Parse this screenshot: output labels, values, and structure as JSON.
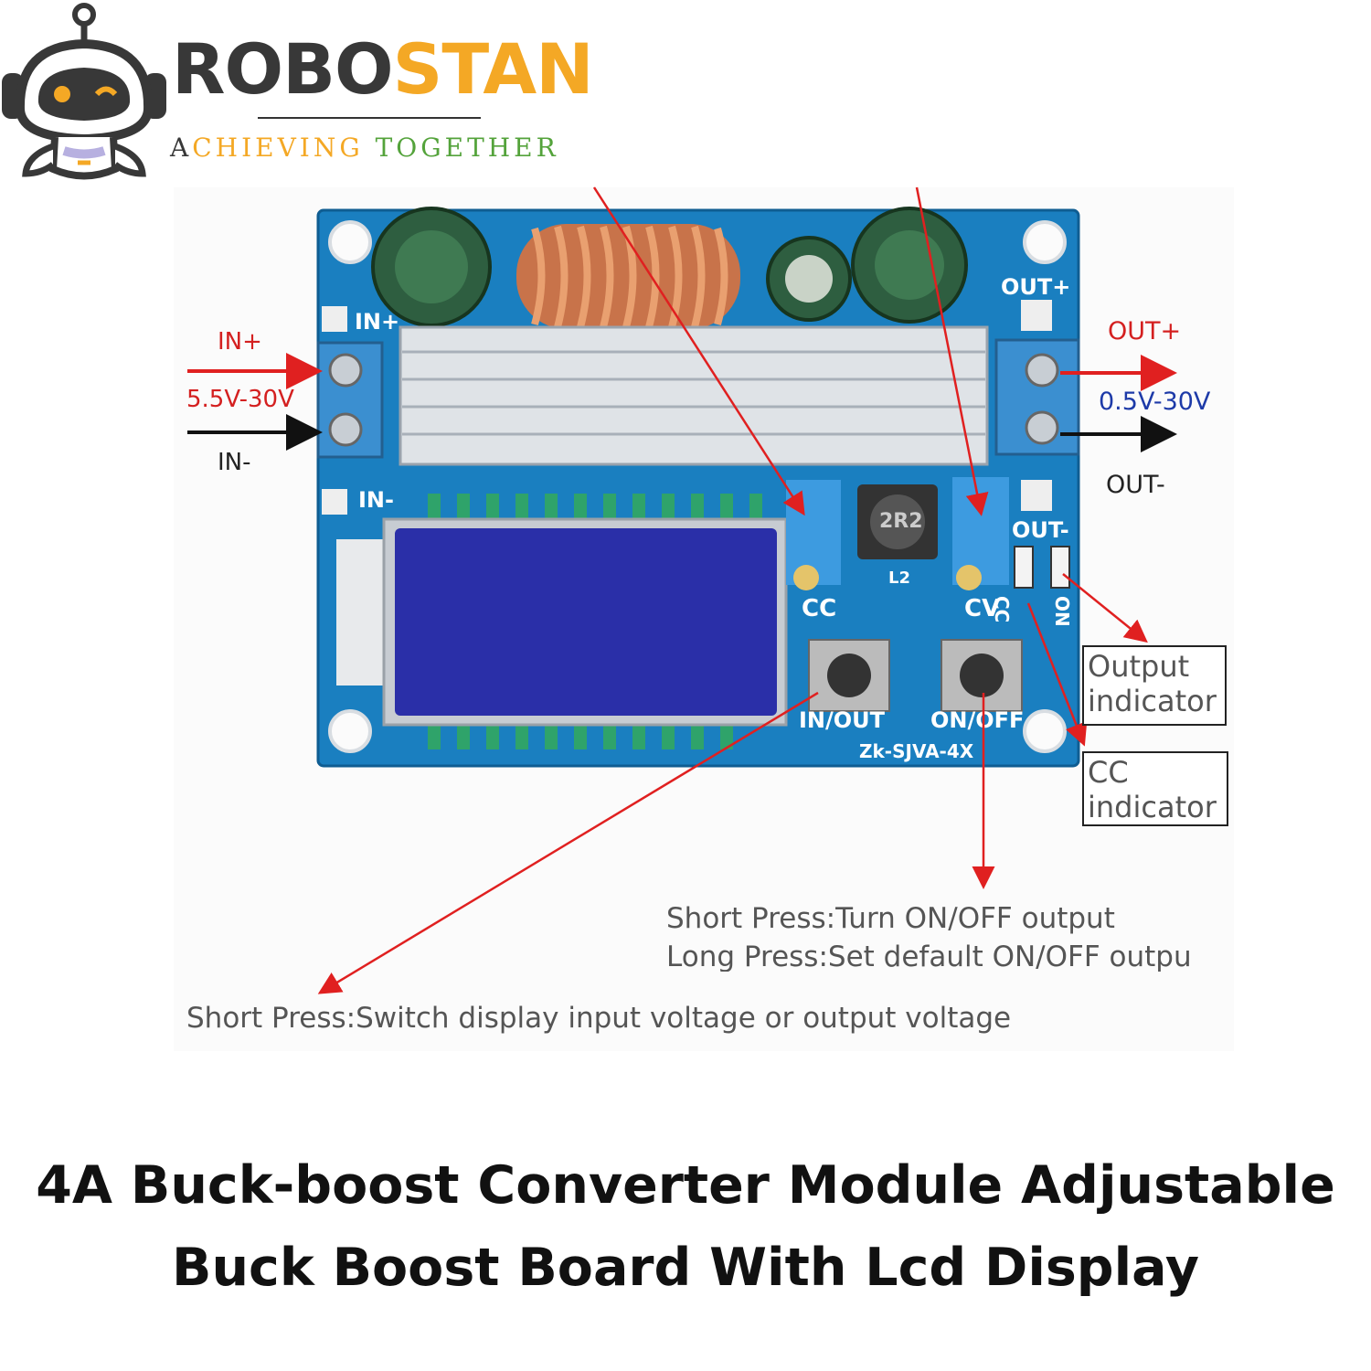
{
  "brand": {
    "name_part1": "ROBO",
    "name_part2": "STAN",
    "tagline_first": "A",
    "tagline_mid": "CHIEVING",
    "tagline_end": " TOGETHER",
    "colors": {
      "dark": "#383838",
      "orange": "#f4a825",
      "green": "#54a33b"
    }
  },
  "board": {
    "silkscreen": {
      "in_plus": "IN+",
      "in_minus": "IN-",
      "out_plus": "OUT+",
      "out_minus": "OUT-",
      "cc": "CC",
      "cv": "CV",
      "l2": "L2",
      "inductor_code": "2R2",
      "btn_in_out": "IN/OUT",
      "btn_on_off": "ON/OFF",
      "model": "Zk-SJVA-4X",
      "led_cc": "CC",
      "led_on": "ON"
    }
  },
  "labels": {
    "in_plus": "IN+",
    "in_range": "5.5V-30V",
    "in_minus": "IN-",
    "out_plus": "OUT+",
    "out_range": "0.5V-30V",
    "out_minus": "OUT-",
    "output_indicator_l1": "Output",
    "output_indicator_l2": "indicator",
    "cc_indicator_l1": "CC",
    "cc_indicator_l2": "indicator",
    "on_off_short": "Short Press:Turn ON/OFF output",
    "on_off_long": "Long Press:Set default ON/OFF outpu",
    "in_out_short": "Short Press:Switch display input voltage or output voltage"
  },
  "colors": {
    "arrow_red": "#e02020",
    "board_blue": "#1a7fc0",
    "text_red": "#d42020",
    "text_blue": "#1d3aa8"
  },
  "title": {
    "line1": "4A Buck-boost Converter Module Adjustable",
    "line2": "Buck Boost Board With Lcd Display"
  }
}
